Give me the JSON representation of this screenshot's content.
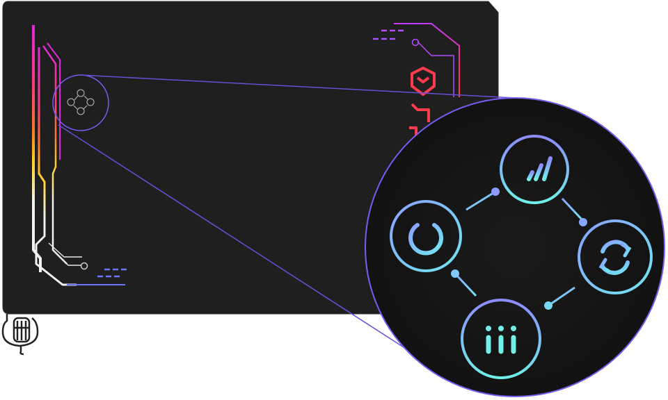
{
  "colors": {
    "panel": "#1f1f1f",
    "panel_edge": "#3a3a3a",
    "zoom_line": "#6b4fd8",
    "zoom_ring": "#7a5cf0",
    "magnifier_bg": "#161616",
    "neon_magenta": "#e02ad8",
    "neon_pink": "#ff3d7a",
    "neon_orange": "#ff7a2a",
    "neon_yellow": "#ffd21f",
    "neon_white": "#f2f2f2",
    "neon_violet": "#a85cff",
    "neon_blue": "#6a78ff",
    "neon_red": "#ff3b4e",
    "icon_top": "#8c8cff",
    "icon_bottom": "#70f0e8"
  },
  "controls": [
    {
      "name": "performance-button",
      "icon": "signal-bars-icon"
    },
    {
      "name": "power-button",
      "icon": "power-icon"
    },
    {
      "name": "sync-button",
      "icon": "sync-icon"
    },
    {
      "name": "lighting-mode-button",
      "icon": "triple-bars-icon"
    }
  ]
}
